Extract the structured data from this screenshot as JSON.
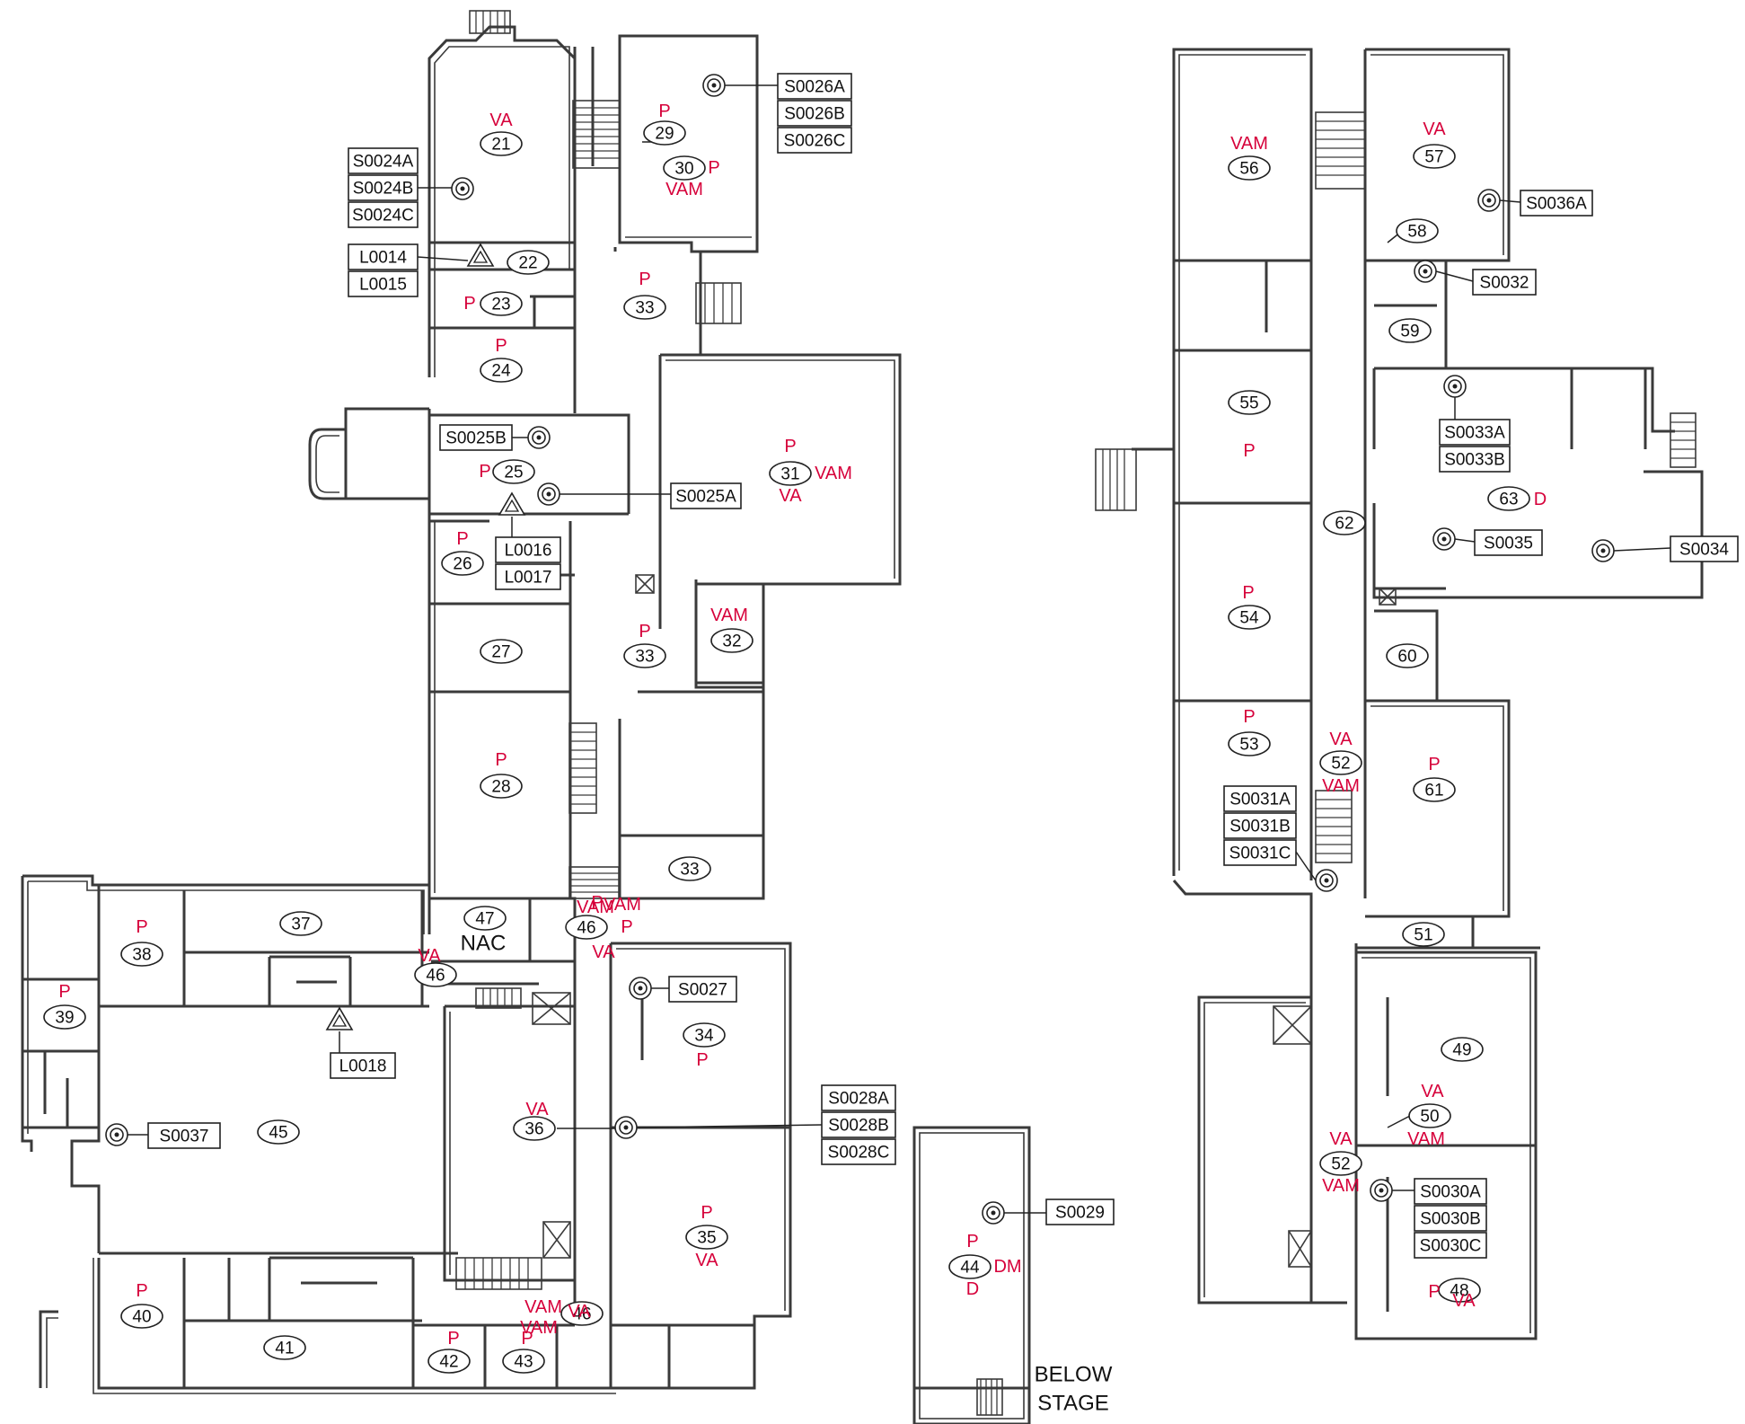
{
  "rooms": [
    {
      "num": "21"
    },
    {
      "num": "22"
    },
    {
      "num": "23"
    },
    {
      "num": "24"
    },
    {
      "num": "25"
    },
    {
      "num": "26"
    },
    {
      "num": "27"
    },
    {
      "num": "28"
    },
    {
      "num": "29"
    },
    {
      "num": "30"
    },
    {
      "num": "31"
    },
    {
      "num": "32"
    },
    {
      "num": "33"
    },
    {
      "num": "33"
    },
    {
      "num": "33"
    },
    {
      "num": "34"
    },
    {
      "num": "35"
    },
    {
      "num": "36"
    },
    {
      "num": "37"
    },
    {
      "num": "38"
    },
    {
      "num": "39"
    },
    {
      "num": "40"
    },
    {
      "num": "41"
    },
    {
      "num": "42"
    },
    {
      "num": "43"
    },
    {
      "num": "44"
    },
    {
      "num": "45"
    },
    {
      "num": "46"
    },
    {
      "num": "46"
    },
    {
      "num": "46"
    },
    {
      "num": "47"
    },
    {
      "num": "48"
    },
    {
      "num": "49"
    },
    {
      "num": "50"
    },
    {
      "num": "51"
    },
    {
      "num": "52"
    },
    {
      "num": "52"
    },
    {
      "num": "53"
    },
    {
      "num": "54"
    },
    {
      "num": "55"
    },
    {
      "num": "56"
    },
    {
      "num": "57"
    },
    {
      "num": "58"
    },
    {
      "num": "59"
    },
    {
      "num": "60"
    },
    {
      "num": "61"
    },
    {
      "num": "62"
    },
    {
      "num": "63"
    }
  ],
  "codes": [
    "VA",
    "P",
    "P",
    "VAM",
    "P",
    "P",
    "P",
    "P",
    "P",
    "VAM",
    "VA",
    "P",
    "P",
    "VAM",
    "P",
    "P",
    "VAM",
    "VA",
    "VA",
    "P",
    "VAM",
    "VA",
    "VA",
    "P",
    "P",
    "P",
    "P",
    "P",
    "VAM",
    "P",
    "P",
    "DM",
    "D",
    "VA",
    "VAM",
    "P",
    "P",
    "VA",
    "VAM",
    "P",
    "P",
    "P",
    "P",
    "D",
    "VAM",
    "VA",
    "VA",
    "VAM",
    "VA",
    "VAM",
    "VA"
  ],
  "tags": [
    "S0024A",
    "S0024B",
    "S0024C",
    "L0014",
    "L0015",
    "S0026A",
    "S0026B",
    "S0026C",
    "S0025B",
    "S0025A",
    "L0016",
    "L0017",
    "S0027",
    "L0018",
    "S0037",
    "S0028A",
    "S0028B",
    "S0028C",
    "S0029",
    "S0036A",
    "S0032",
    "S0033A",
    "S0033B",
    "S0035",
    "S0034",
    "S0031A",
    "S0031B",
    "S0031C",
    "S0030A",
    "S0030B",
    "S0030C"
  ],
  "labels": {
    "nac": "NAC",
    "below_stage_1": "BELOW",
    "below_stage_2": "STAGE"
  },
  "colors": {
    "line": "#3a3a3a",
    "code_red": "#d6003a"
  },
  "icons": [
    "smoke-detector-icon",
    "heat-detector-triangle-icon",
    "elevator-shaft-icon",
    "stair-icon"
  ]
}
